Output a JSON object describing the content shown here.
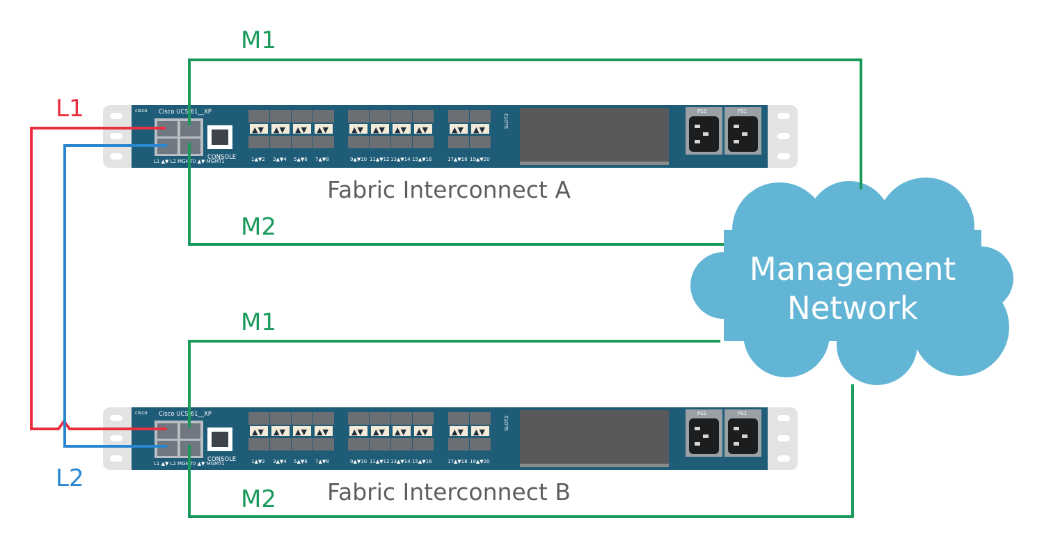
{
  "cloud": {
    "line1": "Management",
    "line2": "Network",
    "color": "#62b5d4"
  },
  "switch_a": {
    "caption": "Fabric Interconnect A",
    "brand": "cisco",
    "model": "Cisco UCS 61__XP",
    "console": "CONSOLE",
    "mgmt_ports_label": "L1 ▲▼ L2  MGMT0 ▲▼ MGMT1",
    "slot": "SLOT2",
    "ps2": "PS2",
    "ps1": "PS1",
    "port_labels": [
      "1▲▼2",
      "3▲▼4",
      "5▲▼6",
      "7▲▼8",
      "9▲▼10",
      "11▲▼12",
      "13▲▼14",
      "15▲▼16",
      "17▲▼18",
      "19▲▼20"
    ]
  },
  "switch_b": {
    "caption": "Fabric Interconnect B",
    "brand": "cisco",
    "model": "Cisco UCS 61__XP",
    "console": "CONSOLE",
    "mgmt_ports_label": "L1 ▲▼ L2  MGMT0 ▲▼ MGMT1",
    "slot": "SLOT2",
    "ps2": "PS2",
    "ps1": "PS1",
    "port_labels": [
      "1▲▼2",
      "3▲▼4",
      "5▲▼6",
      "7▲▼8",
      "9▲▼10",
      "11▲▼12",
      "13▲▼14",
      "15▲▼16",
      "17▲▼18",
      "19▲▼20"
    ]
  },
  "links": {
    "a_m1": "M1",
    "a_m2": "M2",
    "b_m1": "M1",
    "b_m2": "M2",
    "l1": "L1",
    "l2": "L2"
  },
  "colors": {
    "mgmt_line": "#1a9a5a",
    "l1_line": "#e8303e",
    "l2_line": "#2a86d0",
    "chassis": "#1f5c78",
    "rack_ear": "#e3e3e3"
  }
}
